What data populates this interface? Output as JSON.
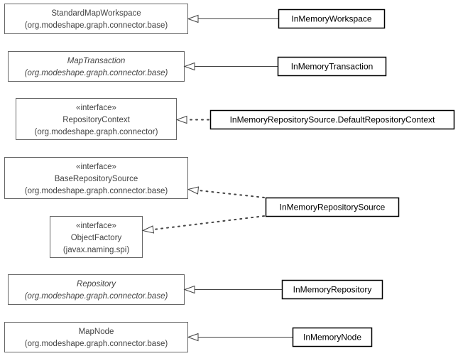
{
  "nodes": {
    "standard_map_workspace": {
      "name": "StandardMapWorkspace",
      "package": "(org.modeshape.graph.connector.base)"
    },
    "inmemory_workspace": {
      "name": "InMemoryWorkspace"
    },
    "map_transaction": {
      "name": "MapTransaction",
      "package": "(org.modeshape.graph.connector.base)"
    },
    "inmemory_transaction": {
      "name": "InMemoryTransaction"
    },
    "repository_context": {
      "stereotype": "«interface»",
      "name": "RepositoryContext",
      "package": "(org.modeshape.graph.connector)"
    },
    "default_repository_context": {
      "name": "InMemoryRepositorySource.DefaultRepositoryContext"
    },
    "base_repository_source": {
      "stereotype": "«interface»",
      "name": "BaseRepositorySource",
      "package": "(org.modeshape.graph.connector.base)"
    },
    "object_factory": {
      "stereotype": "«interface»",
      "name": "ObjectFactory",
      "package": "(javax.naming.spi)"
    },
    "inmemory_repository_source": {
      "name": "InMemoryRepositorySource"
    },
    "repository": {
      "name": "Repository",
      "package": "(org.modeshape.graph.connector.base)"
    },
    "inmemory_repository": {
      "name": "InMemoryRepository"
    },
    "map_node": {
      "name": "MapNode",
      "package": "(org.modeshape.graph.connector.base)"
    },
    "inmemory_node": {
      "name": "InMemoryNode"
    }
  },
  "relations": [
    {
      "from": "InMemoryWorkspace",
      "to": "StandardMapWorkspace",
      "kind": "extends"
    },
    {
      "from": "InMemoryTransaction",
      "to": "MapTransaction",
      "kind": "extends"
    },
    {
      "from": "InMemoryRepositorySource.DefaultRepositoryContext",
      "to": "RepositoryContext",
      "kind": "implements"
    },
    {
      "from": "InMemoryRepositorySource",
      "to": "BaseRepositorySource",
      "kind": "implements"
    },
    {
      "from": "InMemoryRepositorySource",
      "to": "ObjectFactory",
      "kind": "implements"
    },
    {
      "from": "InMemoryRepository",
      "to": "Repository",
      "kind": "extends"
    },
    {
      "from": "InMemoryNode",
      "to": "MapNode",
      "kind": "extends"
    }
  ],
  "colors": {
    "parent_border": "#666666",
    "child_border": "#000000",
    "parent_text": "#444444",
    "child_text": "#000000",
    "edge": "#444444"
  }
}
